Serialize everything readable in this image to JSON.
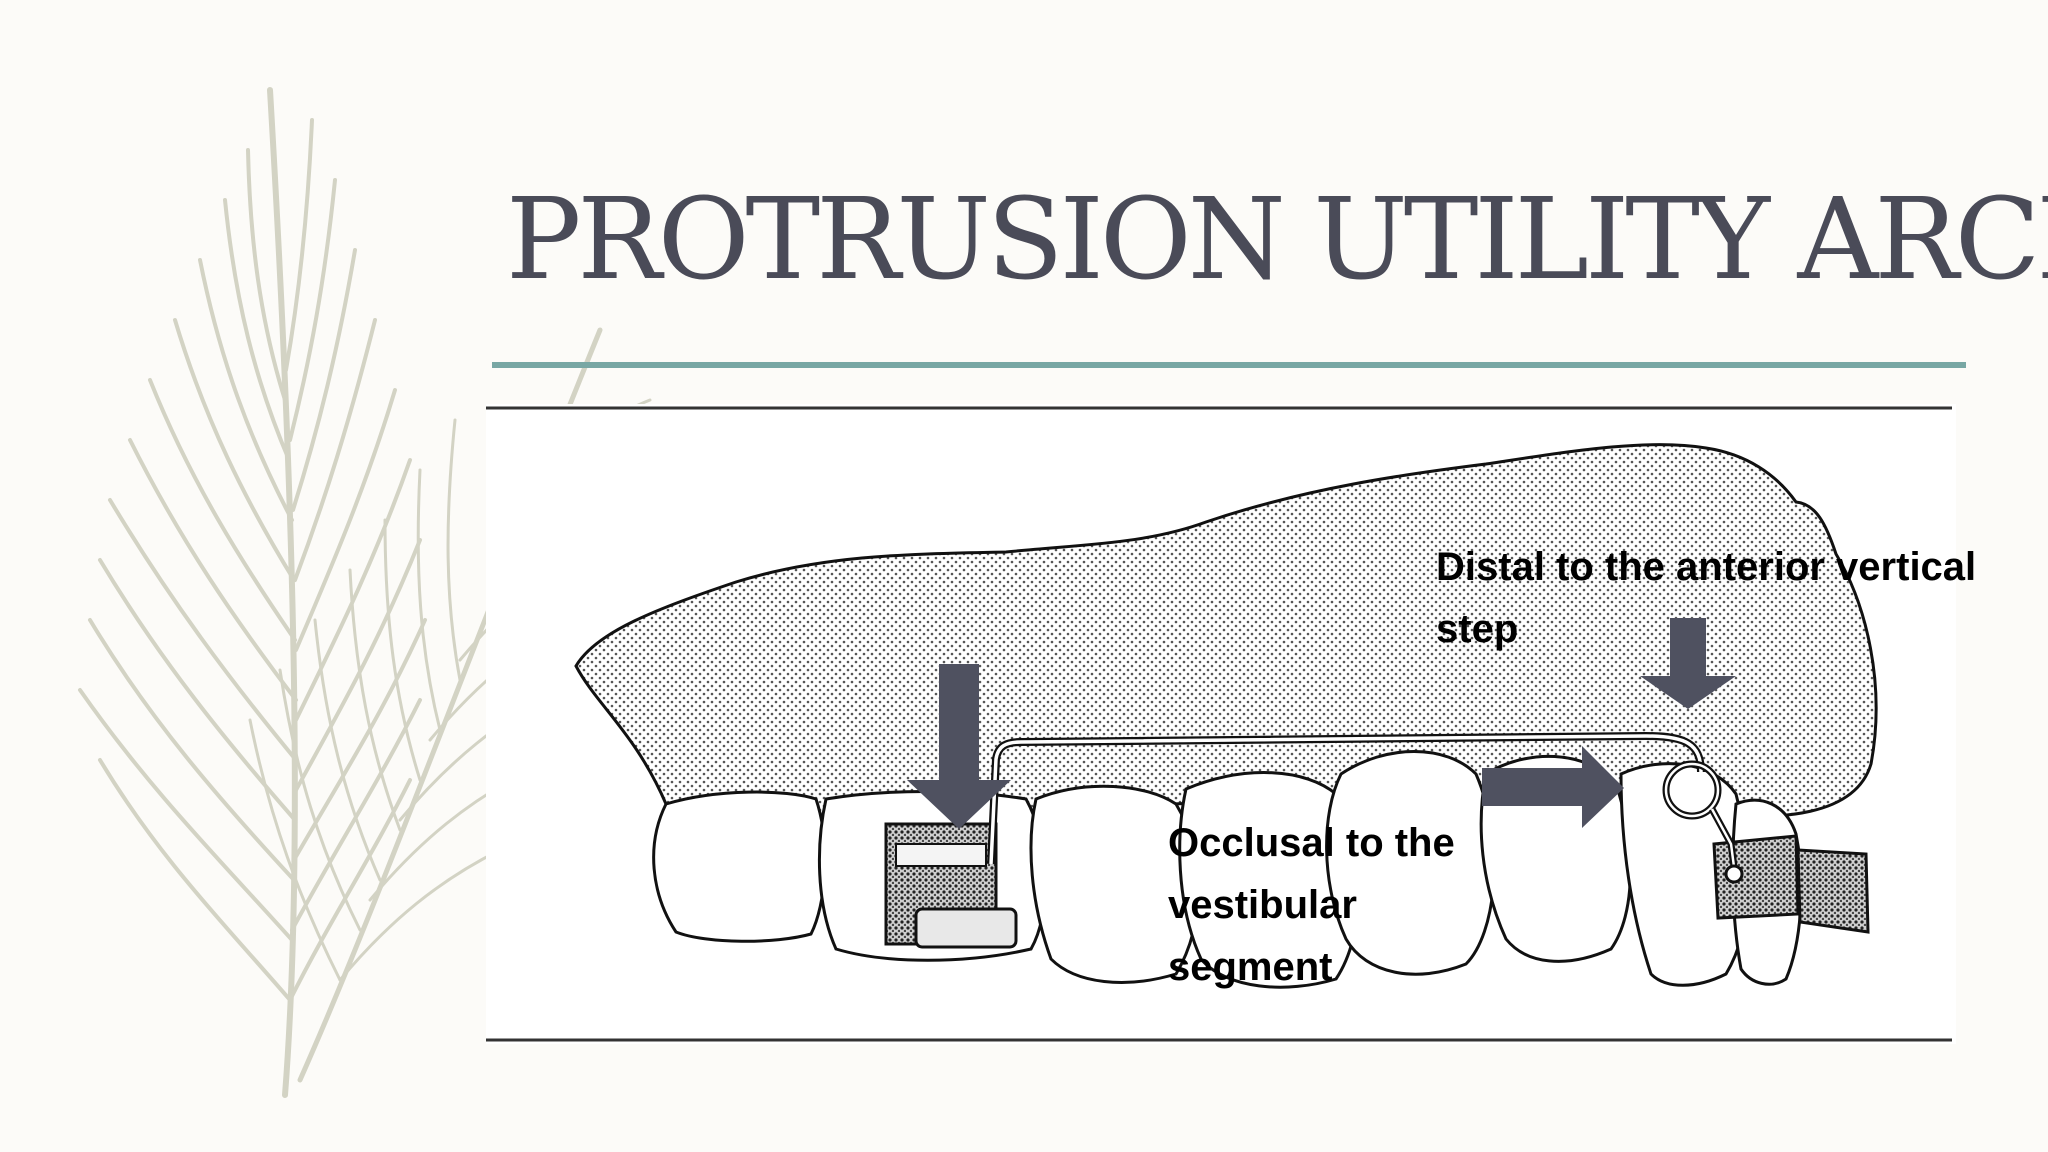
{
  "slide": {
    "title": "PROTRUSION UTILITY ARCH",
    "colors": {
      "title": "#4a4b58",
      "rule": "#78a7a4",
      "arrow": "#4f5160",
      "feather": "#d3d3c4"
    }
  },
  "diagram": {
    "annotations": {
      "distal": {
        "line1": "Distal to the anterior vertical",
        "line2": "step"
      },
      "occlusal": {
        "line1": "Occlusal to the",
        "line2": "vestibular",
        "line3": "segment"
      }
    },
    "icons": [
      "arrow-down-icon",
      "arrow-down-icon",
      "arrow-right-icon"
    ]
  }
}
